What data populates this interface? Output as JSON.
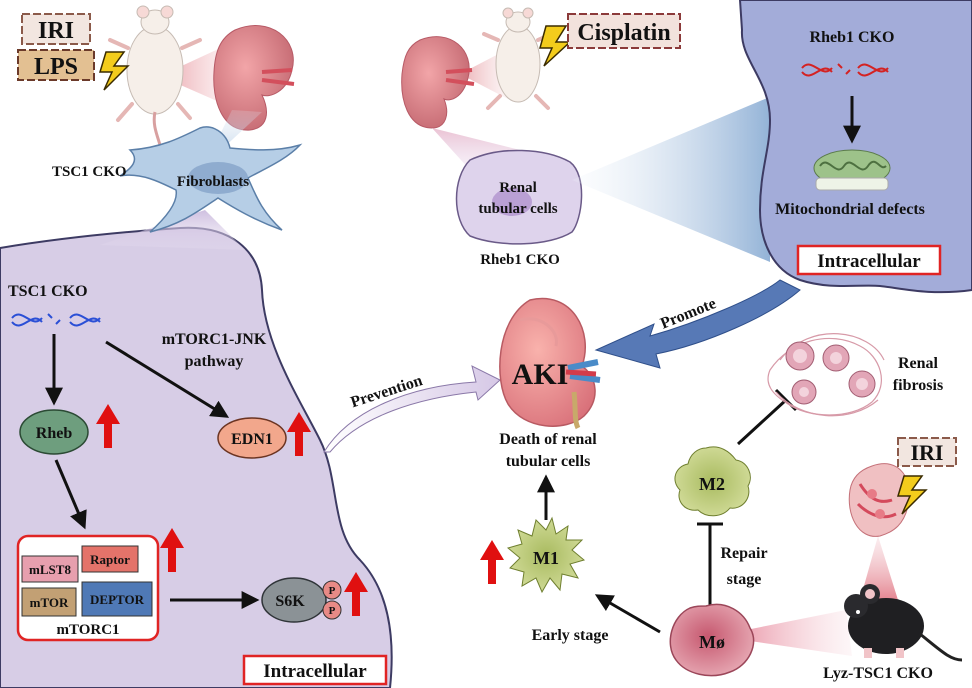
{
  "labels": {
    "iri_top": "IRI",
    "lps": "LPS",
    "tsc1_cko_top": "TSC1 CKO",
    "fibroblasts": "Fibroblasts",
    "cisplatin": "Cisplatin",
    "renal_tubular_line1": "Renal",
    "renal_tubular_line2": "tubular cells",
    "rheb1_cko_bottom": "Rheb1 CKO",
    "rheb1_cko_top": "Rheb1 CKO",
    "mito_defects": "Mitochondrial defects",
    "intracellular_right": "Intracellular",
    "promote": "Promote",
    "tsc1_cko_left": "TSC1 CKO",
    "mtorc1_jnk_line1": "mTORC1-JNK",
    "mtorc1_jnk_line2": "pathway",
    "rheb": "Rheb",
    "edn1": "EDN1",
    "prevention": "Prevention",
    "aki": "AKI",
    "death_line1": "Death of renal",
    "death_line2": "tubular cells",
    "renal_fibrosis_line1": "Renal",
    "renal_fibrosis_line2": "fibrosis",
    "m2": "M2",
    "m1": "M1",
    "iri_right": "IRI",
    "repair_line1": "Repair",
    "repair_line2": "stage",
    "early_stage": "Early stage",
    "macrophage": "Mø",
    "lyz_tsc1_cko": "Lyz-TSC1 CKO",
    "mlst8": "mLST8",
    "raptor": "Raptor",
    "mtor": "mTOR",
    "deptor": "DEPTOR",
    "mtorc1": "mTORC1",
    "s6k": "S6K",
    "p1": "P",
    "p2": "P",
    "intracellular_left": "Intracellular"
  },
  "colors": {
    "cell_left": "#d7cde6",
    "cell_right": "#a3acd9",
    "kidney": "#cf7b85",
    "up_arrow": "#e01010",
    "rheb_node": "#6e9e7e",
    "edn1_node": "#f2a78c",
    "s6k_node": "#8b9296",
    "macrophage_cell": "#b9c977",
    "red_box": "#e02424"
  }
}
